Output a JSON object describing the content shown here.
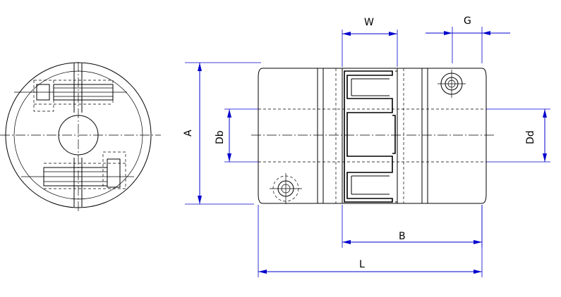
{
  "dimensions": {
    "w": "W",
    "g": "G",
    "a": "A",
    "db": "Db",
    "dd": "Dd",
    "b": "B",
    "l": "L"
  },
  "colors": {
    "outline": "#000000",
    "dimension": "#0000cc"
  }
}
